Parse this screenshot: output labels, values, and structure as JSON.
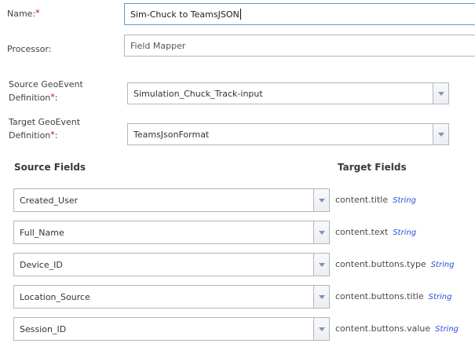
{
  "colors": {
    "required_asterisk": "#d40000",
    "focused_input_border": "#5f9fc4",
    "input_border": "#b3b6bf",
    "type_text_blue": "#2b50dd",
    "dropdown_arrow": "#8292b8"
  },
  "fields": {
    "name": {
      "label": "Name:",
      "star": "*",
      "value": "Sim-Chuck to TeamsJSON"
    },
    "processor": {
      "label": "Processor:",
      "value": "Field Mapper"
    },
    "source_def": {
      "line1": "Source GeoEvent",
      "line2": "Definition",
      "star": "*",
      "colon": ":",
      "value": "Simulation_Chuck_Track-input"
    },
    "target_def": {
      "line1": "Target GeoEvent",
      "line2": "Definition",
      "star": "*",
      "colon": ":",
      "value": "TeamsJsonFormat"
    }
  },
  "mapping": {
    "source_header": "Source Fields",
    "target_header": "Target Fields",
    "rows": [
      {
        "source": "Created_User",
        "target": "content.title",
        "type": "String"
      },
      {
        "source": "Full_Name",
        "target": "content.text",
        "type": "String"
      },
      {
        "source": "Device_ID",
        "target": "content.buttons.type",
        "type": "String"
      },
      {
        "source": "Location_Source",
        "target": "content.buttons.title",
        "type": "String"
      },
      {
        "source": "Session_ID",
        "target": "content.buttons.value",
        "type": "String"
      }
    ]
  }
}
